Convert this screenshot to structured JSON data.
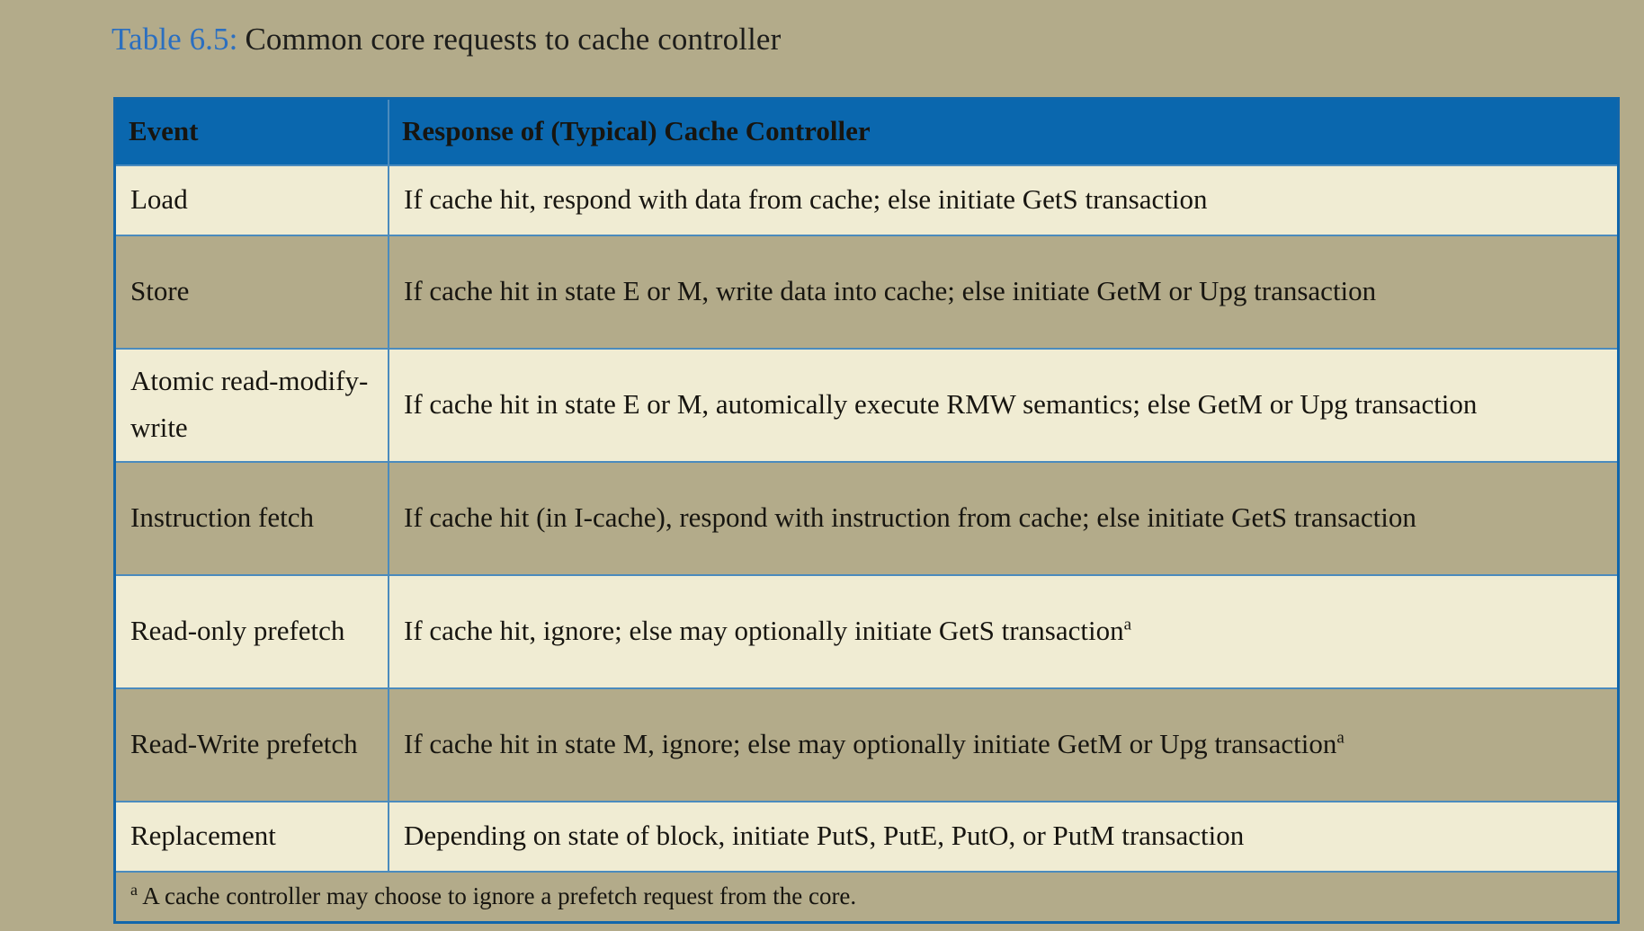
{
  "caption": {
    "label": "Table 6.5:",
    "text": "Common core requests to cache controller"
  },
  "colors": {
    "page_background": "#b3ab8a",
    "header_blue": "#0a67ae",
    "caption_blue": "#2b6fc0",
    "row_cream": "#f0ecd3",
    "row_tan": "#b3ab8a",
    "border_blue": "#1166ab",
    "grid_blue": "#4b8bbd",
    "text": "#171510",
    "header_text": "#f2eedb"
  },
  "table": {
    "headers": [
      "Event",
      "Response of (Typical) Cache Controller"
    ],
    "rows": [
      {
        "event": "Load",
        "response": "If cache hit, respond with data from cache; else initiate GetS transaction",
        "footnote_marker": ""
      },
      {
        "event": "Store",
        "response": "If cache hit in state E or M, write data into cache; else initiate GetM or Upg transaction",
        "footnote_marker": ""
      },
      {
        "event": "Atomic read-modify-write",
        "response": "If cache hit in state E or M, automically execute RMW semantics; else GetM or Upg transaction",
        "footnote_marker": ""
      },
      {
        "event": "Instruction fetch",
        "response": "If cache hit (in I-cache), respond with instruction from cache; else initiate GetS transaction",
        "footnote_marker": ""
      },
      {
        "event": "Read-only prefetch",
        "response": "If cache hit, ignore; else may optionally initiate GetS transaction",
        "footnote_marker": "a"
      },
      {
        "event": "Read-Write prefetch",
        "response": "If cache hit in state M, ignore; else may optionally initiate GetM or Upg transaction",
        "footnote_marker": "a"
      },
      {
        "event": "Replacement",
        "response": "Depending on state of block, initiate PutS, PutE, PutO, or PutM transaction",
        "footnote_marker": ""
      }
    ],
    "footnote": {
      "marker": "a",
      "text": "A cache controller may choose to ignore a prefetch request from the core."
    }
  }
}
